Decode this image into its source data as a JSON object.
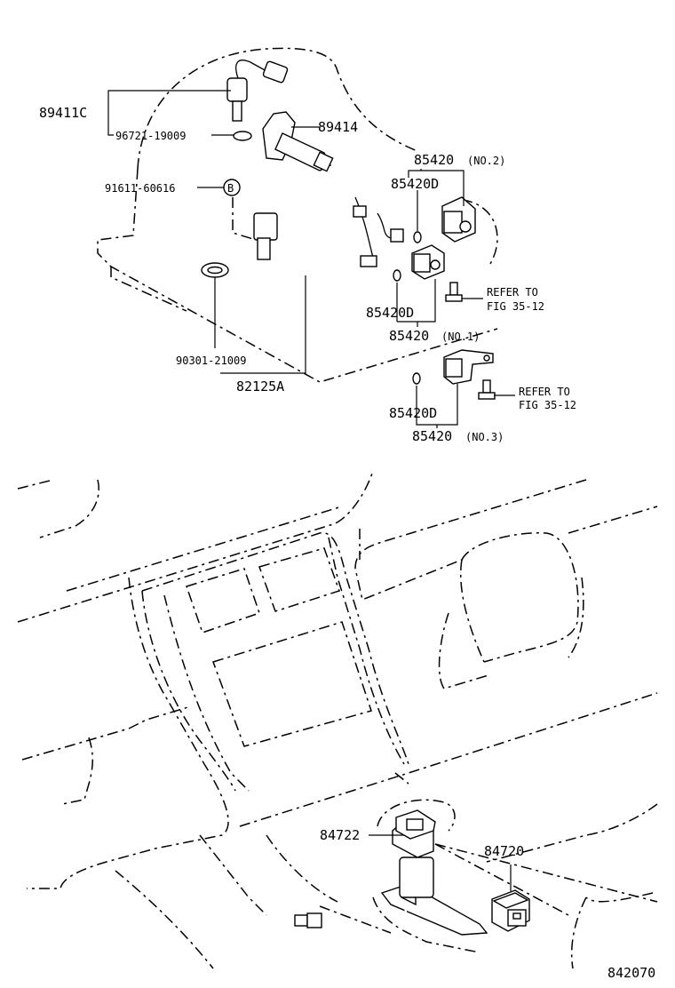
{
  "figure_id": "842070",
  "labels": {
    "p89411C": "89411C",
    "p96721": "96721-19009",
    "p89414": "89414",
    "p91611": "91611-60616",
    "pB": "B",
    "p85420_no2": "85420",
    "no2": "(NO.2)",
    "p85420D_a": "85420D",
    "p85420D_b": "85420D",
    "p85420_no1": "85420",
    "no1": "(NO.1)",
    "refer1_a": "REFER TO",
    "refer1_b": "FIG 35-12",
    "p90301": "90301-21009",
    "p82125A": "82125A",
    "p85420D_c": "85420D",
    "p85420_no3": "85420",
    "no3": "(NO.3)",
    "refer2_a": "REFER TO",
    "refer2_b": "FIG 35-12",
    "p84722": "84722",
    "p84720": "84720"
  }
}
